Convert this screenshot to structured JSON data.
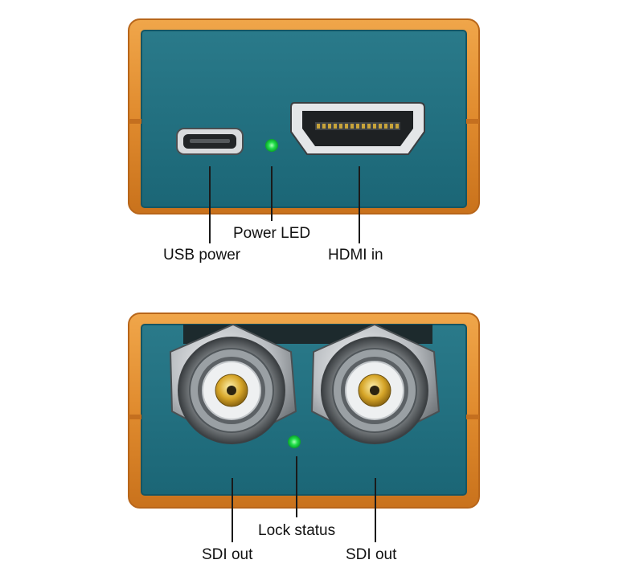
{
  "colors": {
    "enclosure_orange": "#e08b2e",
    "panel_teal": "#1f6f80",
    "led_green": "#22e04a",
    "connector_silver": "#b8bcc0",
    "label_text": "#111111"
  },
  "top_panel": {
    "title": "HDMI input side",
    "ports": [
      {
        "label": "USB power",
        "icon": "micro-usb-port-icon"
      },
      {
        "label": "Power LED",
        "icon": "green-led-icon"
      },
      {
        "label": "HDMI in",
        "icon": "hdmi-port-icon"
      }
    ]
  },
  "bottom_panel": {
    "title": "SDI output side",
    "ports": [
      {
        "label": "SDI out",
        "icon": "bnc-connector-icon"
      },
      {
        "label": "Lock status",
        "icon": "green-led-icon"
      },
      {
        "label": "SDI out",
        "icon": "bnc-connector-icon"
      }
    ]
  }
}
